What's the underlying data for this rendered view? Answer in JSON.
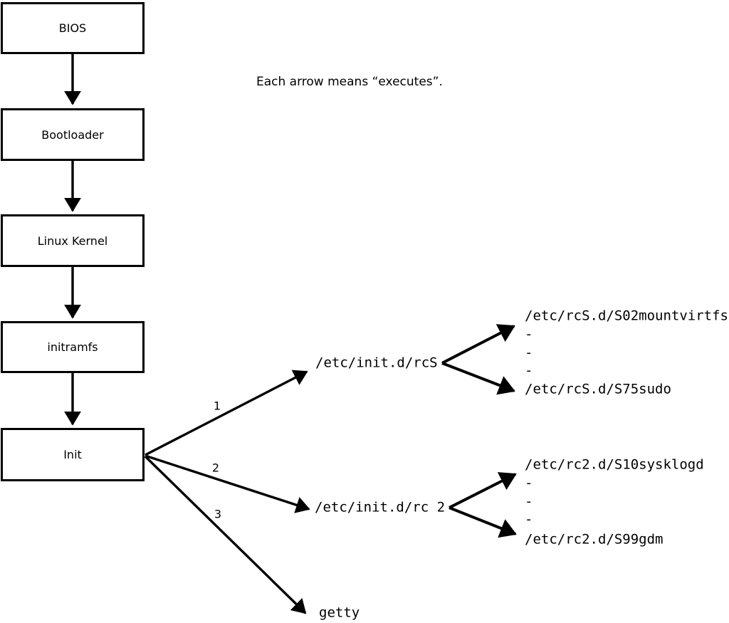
{
  "title_note": "Each arrow means “executes”.",
  "colors": {
    "line": "#000000",
    "background": "#ffffff",
    "box_fill": "#ffffff",
    "text": "#000000"
  },
  "boot_chain": [
    {
      "label": "BIOS"
    },
    {
      "label": "Bootloader"
    },
    {
      "label": "Linux Kernel"
    },
    {
      "label": "initramfs"
    },
    {
      "label": "Init"
    }
  ],
  "init_branches": [
    {
      "number": "1",
      "target": "/etc/init.d/rcS",
      "children": [
        "/etc/rcS.d/S02mountvirtfs",
        "-",
        "-",
        "-",
        "/etc/rcS.d/S75sudo"
      ]
    },
    {
      "number": "2",
      "target": "/etc/init.d/rc 2",
      "children": [
        "/etc/rc2.d/S10sysklogd",
        "-",
        "-",
        "-",
        "/etc/rc2.d/S99gdm"
      ]
    },
    {
      "number": "3",
      "target": "getty",
      "children": []
    }
  ]
}
